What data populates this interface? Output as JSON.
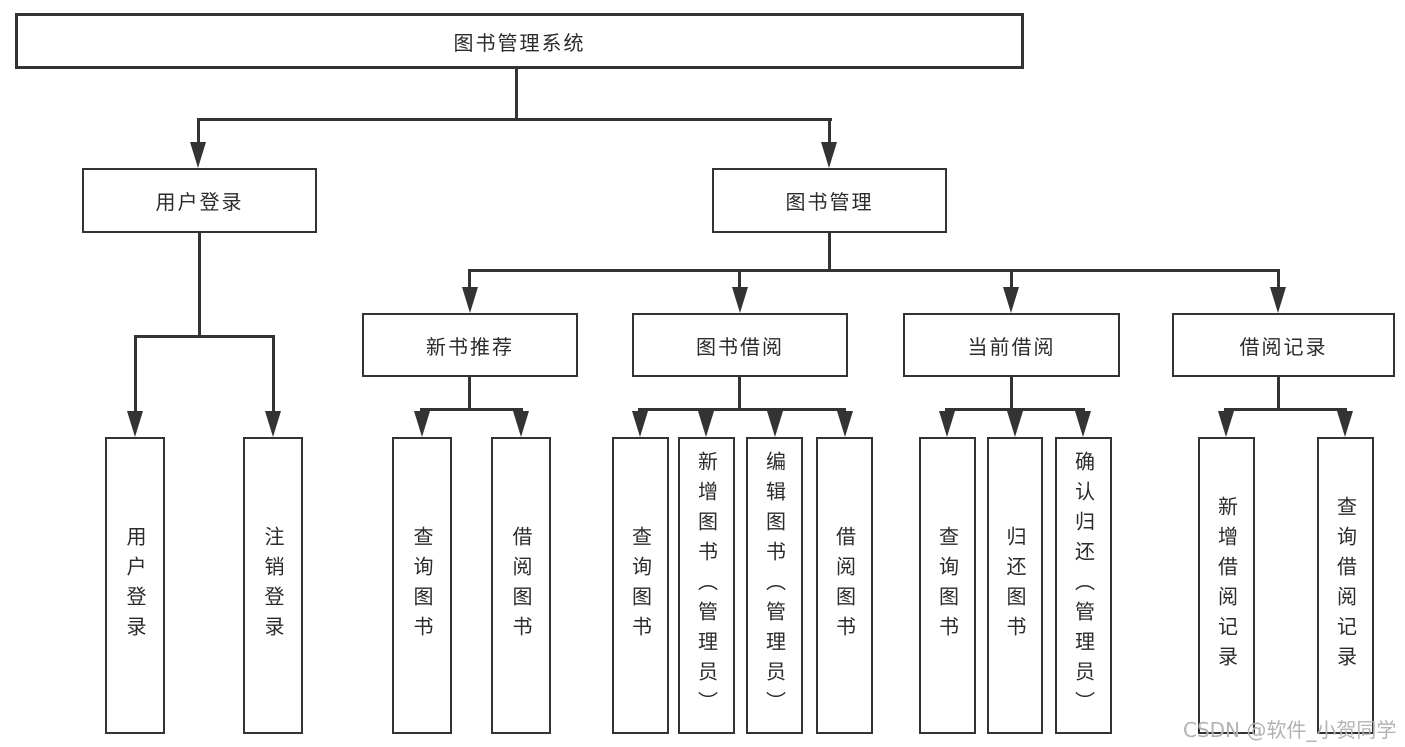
{
  "diagram_title": "图书管理系统",
  "nodes": {
    "root": {
      "label": "图书管理系统"
    },
    "user_login": {
      "label": "用户登录"
    },
    "book_management": {
      "label": "图书管理"
    },
    "new_book_recommend": {
      "label": "新书推荐"
    },
    "book_borrowing": {
      "label": "图书借阅"
    },
    "current_borrowing": {
      "label": "当前借阅"
    },
    "borrowing_records": {
      "label": "借阅记录"
    },
    "leaf_user_login": {
      "label": "用户登录"
    },
    "leaf_logout": {
      "label": "注销登录"
    },
    "leaf_query_books_recommend": {
      "label": "查询图书"
    },
    "leaf_borrow_books_recommend": {
      "label": "借阅图书"
    },
    "leaf_query_books_borrowing": {
      "label": "查询图书"
    },
    "leaf_add_books_admin": {
      "label": "新增图书（管理员）"
    },
    "leaf_edit_books_admin": {
      "label": "编辑图书（管理员）"
    },
    "leaf_borrow_books_borrowing": {
      "label": "借阅图书"
    },
    "leaf_query_books_current": {
      "label": "查询图书"
    },
    "leaf_return_books": {
      "label": "归还图书"
    },
    "leaf_confirm_return_admin": {
      "label": "确认归还（管理员）"
    },
    "leaf_add_borrow_record": {
      "label": "新增借阅记录"
    },
    "leaf_query_borrow_record": {
      "label": "查询借阅记录"
    }
  },
  "watermark": "CSDN @软件_小贺同学",
  "colors": {
    "line": "#333333",
    "text": "#2b2b2b",
    "box_background": "#ffffff",
    "watermark": "#b3b3b3"
  }
}
